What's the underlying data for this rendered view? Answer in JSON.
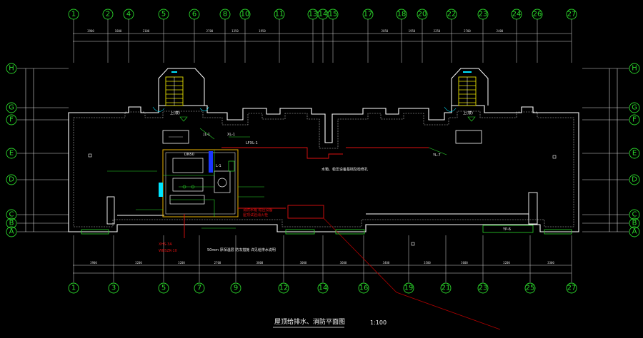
{
  "drawing": {
    "title": "屋顶给排水、消防平面图",
    "scale": "1:100"
  },
  "axes": {
    "top": [
      "1",
      "2",
      "4",
      "5",
      "6",
      "8",
      "10",
      "11",
      "13",
      "14",
      "15",
      "17",
      "18",
      "20",
      "22",
      "23",
      "24",
      "26",
      "27"
    ],
    "bottom": [
      "1",
      "3",
      "5",
      "7",
      "9",
      "12",
      "14",
      "16",
      "19",
      "21",
      "23",
      "25",
      "27"
    ],
    "left_rows": [
      "H",
      "G",
      "F",
      "E",
      "D",
      "C",
      "B",
      "A"
    ],
    "right_rows": [
      "H",
      "G",
      "F",
      "E",
      "D",
      "C",
      "B",
      "A"
    ]
  },
  "dimensions": {
    "top": [
      "3900",
      "1800",
      "2100",
      "",
      "2700",
      "1350",
      "1950",
      "",
      "",
      "",
      "",
      "2850",
      "1950",
      "2250",
      "2700",
      "2400",
      "",
      "",
      ""
    ],
    "bottom": [
      "3900",
      "3200",
      "3200",
      "2700",
      "3800",
      "3000",
      "3600",
      "3400",
      "3500",
      "3600",
      "3200",
      "3300"
    ]
  },
  "labels": {
    "pipe_ja": "JL-1",
    "pipe_xl": "XL-1",
    "pipe_lfx": "LFXL-1",
    "pipe_yl": "YL-7",
    "equip_mark_1": "DN50",
    "equip_mark_2": "L-1",
    "tag_1": "XHS-3A",
    "tag_2": "WBSZK-10",
    "red_note_1": "消防水箱 稳压设备",
    "red_note_2": "屋顶试验消火栓",
    "note_line": "水箱、稳压设备基础及检修孔",
    "note_line_2": "50mm 厚保温层 防冻措施 详见给排水说明",
    "stair_label_1": "上(楼)",
    "stair_label_2": "上(楼)",
    "vent_1": "YP-6"
  }
}
